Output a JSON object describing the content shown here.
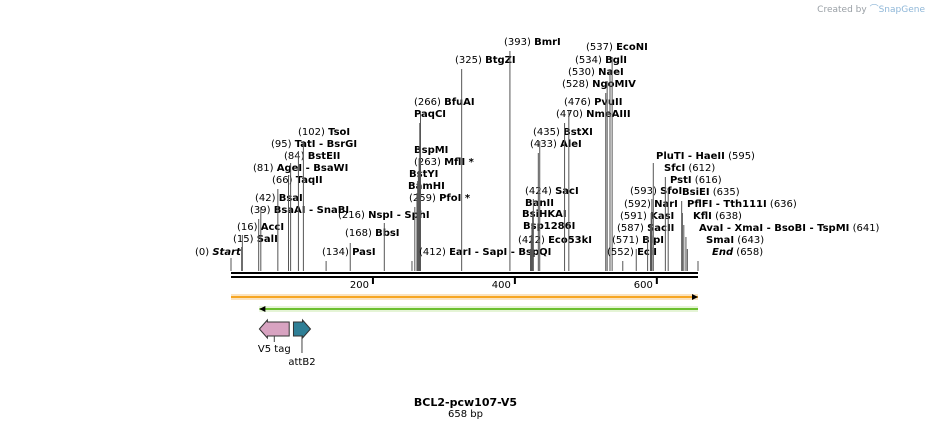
{
  "credit": {
    "prefix": "Created by",
    "brand": "SnapGene"
  },
  "plasmid": {
    "name": "BCL2-pcw107-V5",
    "length_label": "658 bp"
  },
  "scale": {
    "min": 0,
    "max": 658,
    "ticks": [
      200,
      400,
      600
    ]
  },
  "features": [
    {
      "label": "V5 tag",
      "start": 40,
      "end": 82,
      "direction": "reverse",
      "color": "#d8a3c1"
    },
    {
      "label": "attB2",
      "start": 88,
      "end": 112,
      "direction": "forward",
      "color": "#2f7f96"
    }
  ],
  "tracks": [
    {
      "start": 0,
      "end": 658,
      "direction": "forward",
      "color": "#f6a623"
    },
    {
      "start": 40,
      "end": 658,
      "direction": "reverse",
      "color": "#6cbf2f"
    }
  ],
  "sites": [
    {
      "pos": "(0)",
      "name": "Start",
      "italic": true,
      "site": 0
    },
    {
      "pos": "(15)",
      "name": "SalI",
      "site": 15
    },
    {
      "pos": "(16)",
      "name": "AccI",
      "site": 16
    },
    {
      "pos": "(39)",
      "name": "BsaAI",
      "extra": "- SnaBI",
      "site": 39
    },
    {
      "pos": "(42)",
      "name": "BsaI",
      "site": 42
    },
    {
      "pos": "(66)",
      "name": "TaqII",
      "site": 66
    },
    {
      "pos": "(81)",
      "name": "AgeI",
      "extra": "- BsaWI",
      "site": 81
    },
    {
      "pos": "(84)",
      "name": "BstEII",
      "site": 84
    },
    {
      "pos": "(95)",
      "name": "TatI",
      "extra": "- BsrGI",
      "site": 95
    },
    {
      "pos": "(102)",
      "name": "TsoI",
      "site": 102
    },
    {
      "pos": "(134)",
      "name": "PasI",
      "site": 134
    },
    {
      "pos": "(168)",
      "name": "BbsI",
      "site": 168
    },
    {
      "pos": "(216)",
      "name": "NspI",
      "extra": "- SphI",
      "site": 216
    },
    {
      "pos": "(259)",
      "name": "PfoI *",
      "site": 259
    },
    {
      "pos": "",
      "name": "BamHI",
      "site": 262
    },
    {
      "pos": "",
      "name": "BstYI",
      "site": 263
    },
    {
      "pos": "(263)",
      "name": "MflI *",
      "site": 264
    },
    {
      "pos": "",
      "name": "BspMI",
      "site": 265
    },
    {
      "pos": "",
      "name": "PaqCI",
      "site": 266
    },
    {
      "pos": "(266)",
      "name": "BfuAI",
      "site": 267
    },
    {
      "pos": "(412)",
      "name": "EarI",
      "extra": "- SapI - BspQI",
      "site": 255
    },
    {
      "pos": "(325)",
      "name": "BtgZI",
      "site": 325
    },
    {
      "pos": "(393)",
      "name": "BmrI",
      "site": 393
    },
    {
      "pos": "(422)",
      "name": "Eco53kI",
      "site": 422
    },
    {
      "pos": "",
      "name": "Bsp1286I",
      "site": 423
    },
    {
      "pos": "",
      "name": "BsiHKAI",
      "site": 424
    },
    {
      "pos": "",
      "name": "BanII",
      "site": 425
    },
    {
      "pos": "(424)",
      "name": "SacI",
      "site": 426
    },
    {
      "pos": "(433)",
      "name": "AleI",
      "site": 433
    },
    {
      "pos": "(435)",
      "name": "BstXI",
      "site": 435
    },
    {
      "pos": "(470)",
      "name": "NmeAIII",
      "site": 470
    },
    {
      "pos": "(476)",
      "name": "PvuII",
      "site": 476
    },
    {
      "pos": "(528)",
      "name": "NgoMIV",
      "site": 528
    },
    {
      "pos": "(530)",
      "name": "NaeI",
      "site": 530
    },
    {
      "pos": "(534)",
      "name": "BglI",
      "site": 534
    },
    {
      "pos": "(537)",
      "name": "EcoNI",
      "site": 537
    },
    {
      "pos": "(552)",
      "name": "EciI",
      "site": 552
    },
    {
      "pos": "(571)",
      "name": "BlpI",
      "site": 571
    },
    {
      "pos": "(587)",
      "name": "SacII",
      "site": 587
    },
    {
      "pos": "(591)",
      "name": "KasI",
      "site": 591
    },
    {
      "pos": "(592)",
      "name": "NarI",
      "site": 592
    },
    {
      "pos": "(593)",
      "name": "SfoI",
      "site": 593
    },
    {
      "pos": "(595)",
      "name": "PluTI",
      "extra": "- HaeII",
      "pos_right": true,
      "site": 595
    },
    {
      "pos": "(612)",
      "name": "SfcI",
      "pos_right": true,
      "site": 612
    },
    {
      "pos": "(616)",
      "name": "PstI",
      "pos_right": true,
      "site": 616
    },
    {
      "pos": "(635)",
      "name": "BsiEI",
      "pos_right": true,
      "site": 635
    },
    {
      "pos": "(636)",
      "name": "PflFI",
      "extra": "- Tth111I",
      "pos_right": true,
      "site": 636
    },
    {
      "pos": "(638)",
      "name": "KflI",
      "pos_right": true,
      "site": 638
    },
    {
      "pos": "(641)",
      "name": "AvaI",
      "extra": "- XmaI - BsoBI - TspMI",
      "pos_right": true,
      "site": 641
    },
    {
      "pos": "(643)",
      "name": "SmaI",
      "pos_right": true,
      "site": 643
    },
    {
      "pos": "(658)",
      "name": "End",
      "italic": true,
      "pos_right": true,
      "site": 658
    }
  ]
}
